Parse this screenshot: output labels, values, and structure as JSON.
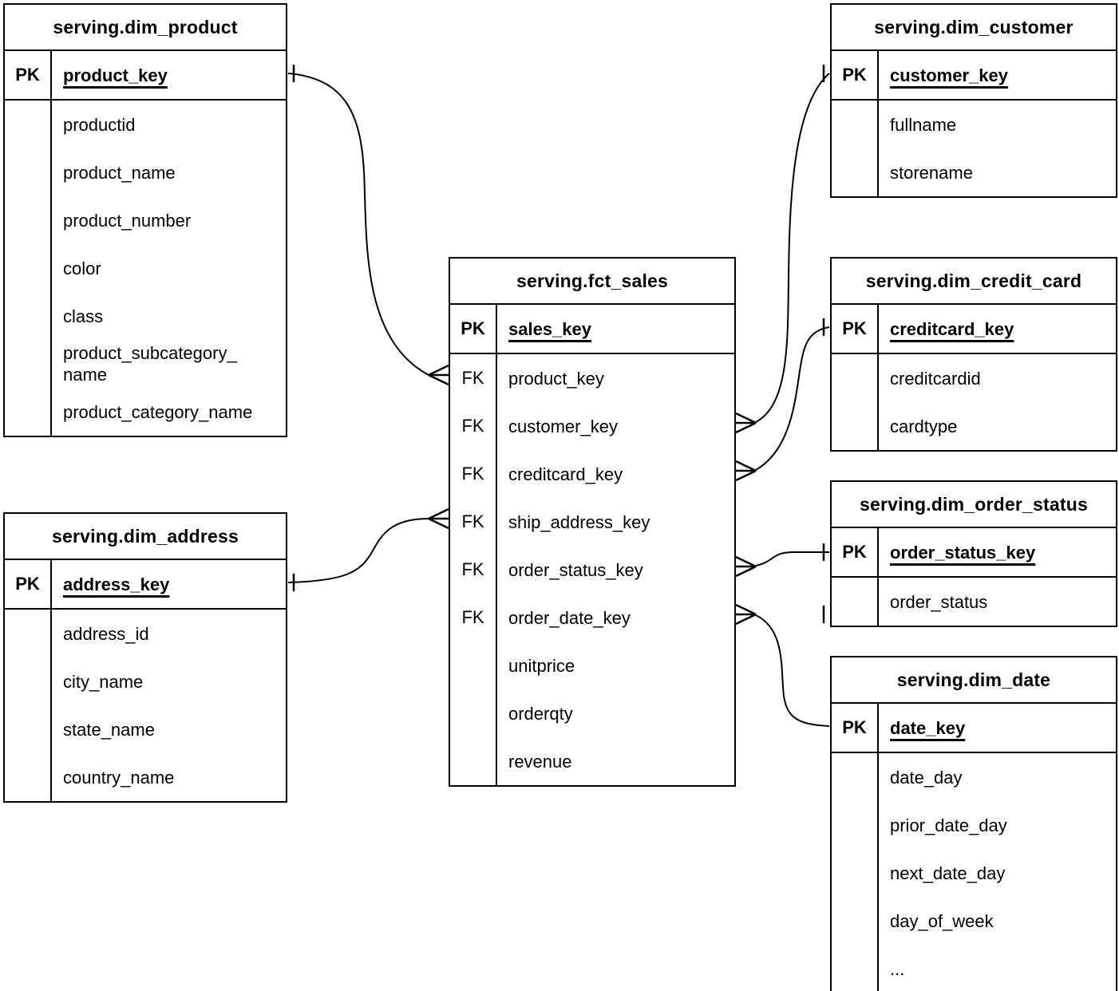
{
  "diagram": {
    "kind": "entity-relationship-diagram",
    "colors": {
      "background": "#ffffff",
      "line": "#000000",
      "text": "#000000"
    },
    "tables": [
      {
        "id": "dim_product",
        "title": "serving.dim_product",
        "rows": [
          {
            "tag": "PK",
            "name": "product_key",
            "pk": true
          },
          {
            "tag": "",
            "name": "productid"
          },
          {
            "tag": "",
            "name": "product_name"
          },
          {
            "tag": "",
            "name": "product_number"
          },
          {
            "tag": "",
            "name": "color"
          },
          {
            "tag": "",
            "name": "class"
          },
          {
            "tag": "",
            "name": "product_subcategory_name"
          },
          {
            "tag": "",
            "name": "product_category_name"
          }
        ]
      },
      {
        "id": "dim_customer",
        "title": "serving.dim_customer",
        "rows": [
          {
            "tag": "PK",
            "name": "customer_key",
            "pk": true
          },
          {
            "tag": "",
            "name": "fullname"
          },
          {
            "tag": "",
            "name": "storename"
          }
        ]
      },
      {
        "id": "fct_sales",
        "title": "serving.fct_sales",
        "rows": [
          {
            "tag": "PK",
            "name": "sales_key",
            "pk": true
          },
          {
            "tag": "FK",
            "name": "product_key"
          },
          {
            "tag": "FK",
            "name": "customer_key"
          },
          {
            "tag": "FK",
            "name": "creditcard_key"
          },
          {
            "tag": "FK",
            "name": "ship_address_key"
          },
          {
            "tag": "FK",
            "name": "order_status_key"
          },
          {
            "tag": "FK",
            "name": "order_date_key"
          },
          {
            "tag": "",
            "name": "unitprice"
          },
          {
            "tag": "",
            "name": "orderqty"
          },
          {
            "tag": "",
            "name": "revenue"
          }
        ]
      },
      {
        "id": "dim_credit_card",
        "title": "serving.dim_credit_card",
        "rows": [
          {
            "tag": "PK",
            "name": "creditcard_key",
            "pk": true
          },
          {
            "tag": "",
            "name": "creditcardid"
          },
          {
            "tag": "",
            "name": "cardtype"
          }
        ]
      },
      {
        "id": "dim_order_status",
        "title": "serving.dim_order_status",
        "rows": [
          {
            "tag": "PK",
            "name": "order_status_key",
            "pk": true
          },
          {
            "tag": "",
            "name": "order_status"
          }
        ]
      },
      {
        "id": "dim_address",
        "title": "serving.dim_address",
        "rows": [
          {
            "tag": "PK",
            "name": "address_key",
            "pk": true
          },
          {
            "tag": "",
            "name": "address_id"
          },
          {
            "tag": "",
            "name": "city_name"
          },
          {
            "tag": "",
            "name": "state_name"
          },
          {
            "tag": "",
            "name": "country_name"
          }
        ]
      },
      {
        "id": "dim_date",
        "title": "serving.dim_date",
        "rows": [
          {
            "tag": "PK",
            "name": "date_key",
            "pk": true
          },
          {
            "tag": "",
            "name": "date_day"
          },
          {
            "tag": "",
            "name": "prior_date_day"
          },
          {
            "tag": "",
            "name": "next_date_day"
          },
          {
            "tag": "",
            "name": "day_of_week"
          },
          {
            "tag": "",
            "name": "..."
          }
        ]
      }
    ],
    "relationships": [
      {
        "id": "product",
        "one": "serving.dim_product.product_key",
        "many": "serving.fct_sales.product_key"
      },
      {
        "id": "customer",
        "one": "serving.dim_customer.customer_key",
        "many": "serving.fct_sales.customer_key"
      },
      {
        "id": "creditcard",
        "one": "serving.dim_credit_card.creditcard_key",
        "many": "serving.fct_sales.creditcard_key"
      },
      {
        "id": "address",
        "one": "serving.dim_address.address_key",
        "many": "serving.fct_sales.ship_address_key"
      },
      {
        "id": "order_status",
        "one": "serving.dim_order_status.order_status_key",
        "many": "serving.fct_sales.order_status_key"
      },
      {
        "id": "order_date",
        "one": "serving.dim_date.date_key",
        "many": "serving.fct_sales.order_date_key"
      }
    ]
  }
}
